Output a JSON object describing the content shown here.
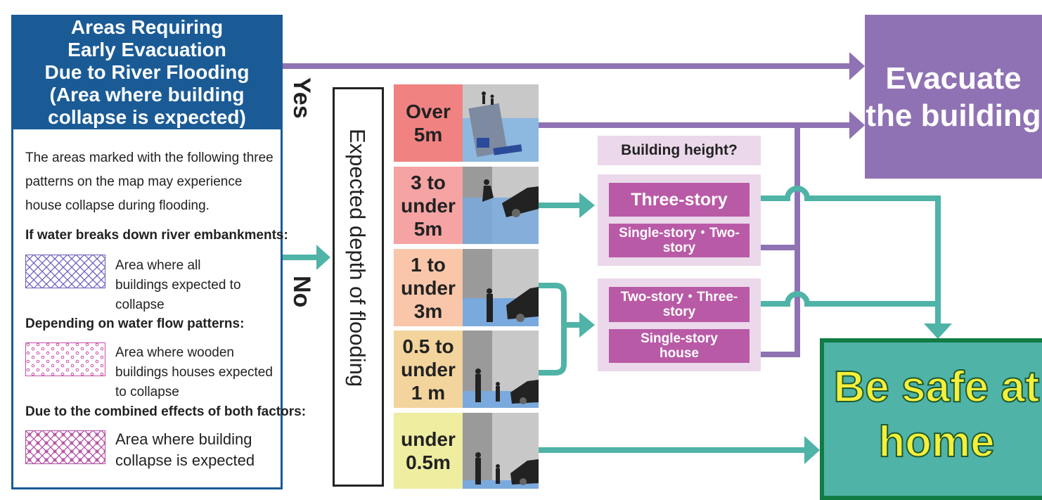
{
  "left_panel": {
    "title_lines": [
      "Areas Requiring",
      "Early Evacuation",
      "Due to River Flooding",
      "(Area where building",
      "collapse is expected)"
    ],
    "intro": "The areas marked with the following three patterns on the map may experience house collapse during flooding.",
    "sections": [
      {
        "heading": "If water breaks down river embankments:",
        "desc": "Area where all buildings expected to collapse",
        "pattern": "crosshatch",
        "color": "#6a5bbf"
      },
      {
        "heading": "Depending on water flow patterns:",
        "desc": "Area where wooden buildings houses expected to collapse",
        "pattern": "dots",
        "color": "#c84da6"
      },
      {
        "heading": "Due to the combined effects of both factors:",
        "desc": "Area where building collapse is expected",
        "pattern": "crosshatch-dots",
        "color": "#b04aa0"
      }
    ]
  },
  "decision": {
    "yes": "Yes",
    "no": "No"
  },
  "depth_label": "Expected depth of flooding",
  "depth_rows": [
    {
      "label": "Over 5m",
      "color": "#f08282"
    },
    {
      "label": "3 to under 5m",
      "color": "#f5a3a3"
    },
    {
      "label": "1 to under 3m",
      "color": "#f9c6a9"
    },
    {
      "label": "0.5 to under 1 m",
      "color": "#f2d49c"
    },
    {
      "label": "under 0.5m",
      "color": "#eeeda0"
    }
  ],
  "building_height": {
    "title": "Building height?",
    "group1": [
      "Three-story",
      "Single-story・Two-story"
    ],
    "group2": [
      "Two-story・Three-story",
      "Single-story house"
    ]
  },
  "outcomes": {
    "evacuate": "Evacuate the building",
    "safe": "Be safe at home"
  },
  "colors": {
    "purple": "#8f72b3",
    "teal": "#4fb3a7",
    "navy": "#1a5b96",
    "magenta": "#b95aa6"
  }
}
